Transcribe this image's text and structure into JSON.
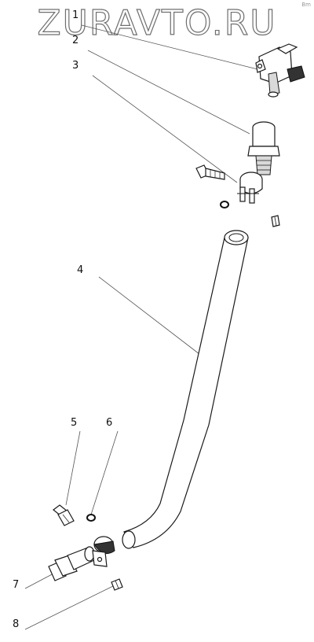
{
  "watermark": "ZURAVTO.RU",
  "corner_note": "Bm",
  "callouts": [
    {
      "id": "1",
      "label": "1"
    },
    {
      "id": "2",
      "label": "2"
    },
    {
      "id": "3",
      "label": "3"
    },
    {
      "id": "4",
      "label": "4"
    },
    {
      "id": "5",
      "label": "5"
    },
    {
      "id": "6",
      "label": "6"
    },
    {
      "id": "7",
      "label": "7"
    },
    {
      "id": "8",
      "label": "8"
    }
  ],
  "colors": {
    "line": "#1a1a1a",
    "leader": "#555555",
    "watermark_stroke": "#6f6f6f"
  }
}
